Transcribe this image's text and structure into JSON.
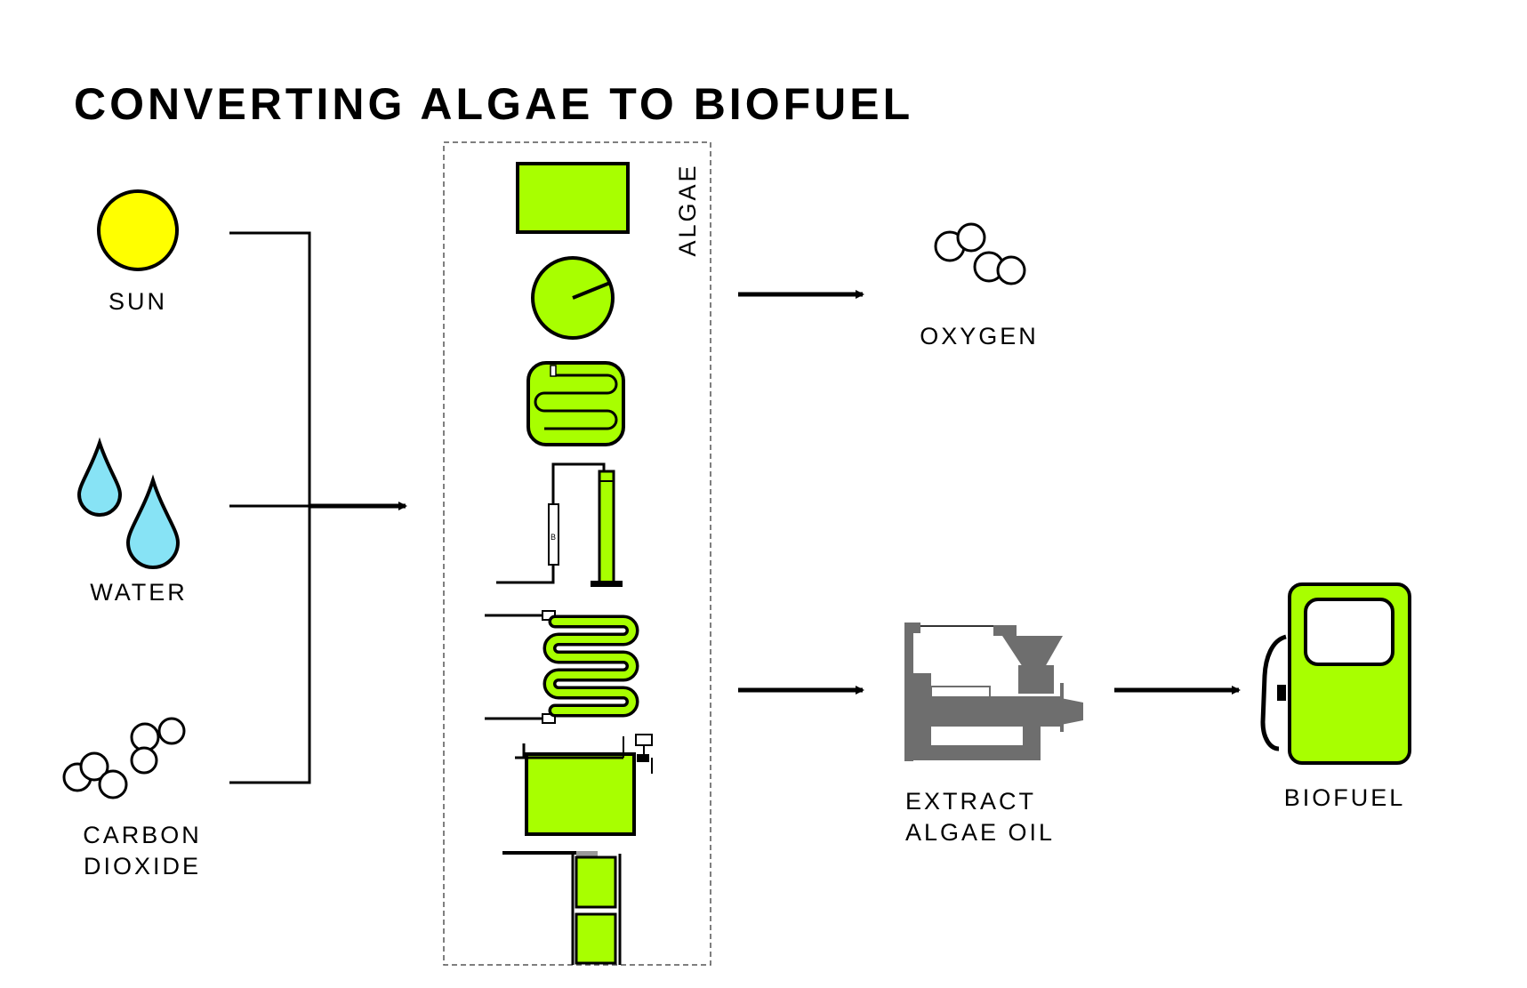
{
  "title": "CONVERTING ALGAE TO BIOFUEL",
  "inputs": {
    "sun": "SUN",
    "water": "WATER",
    "carbon_dioxide_line1": "CARBON",
    "carbon_dioxide_line2": "DIOXIDE"
  },
  "algae_label": "ALGAE",
  "outputs": {
    "oxygen": "OXYGEN",
    "extract_line1": "EXTRACT",
    "extract_line2": "ALGAE OIL",
    "biofuel": "BIOFUEL"
  },
  "colors": {
    "algae_green": "#a8ff00",
    "sun_yellow": "#ffff00",
    "water_blue": "#87e3f5",
    "machine_gray": "#6e6e6e"
  }
}
